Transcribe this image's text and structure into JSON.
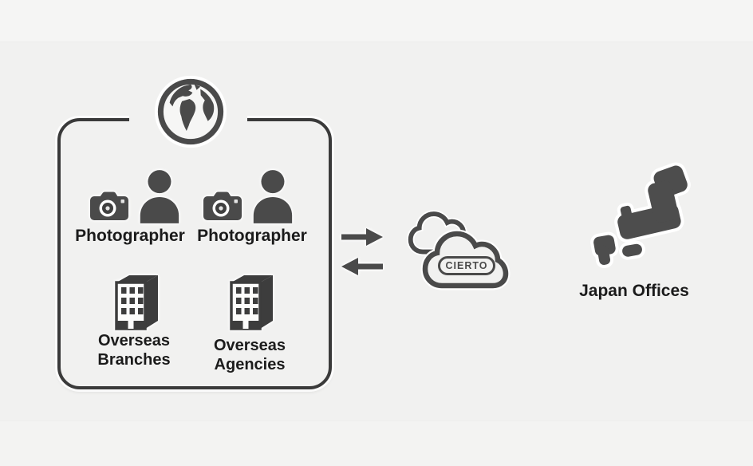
{
  "colors": {
    "canvas_bg": "#f1f1f0",
    "band_top": "#f5f5f4",
    "band_bottom": "#f3f3f2",
    "icon_gray": "#4a4a4a",
    "outline_dark": "#3a3a3a",
    "building_dark": "#3d3d3d",
    "label_text": "#1b1b1b",
    "halo_white": "#ffffff"
  },
  "overseas_box": {
    "photographers": [
      {
        "label": "Photographer"
      },
      {
        "label": "Photographer"
      }
    ],
    "organizations": [
      {
        "label": "Overseas\nBranches"
      },
      {
        "label": "Overseas\nAgencies"
      }
    ]
  },
  "cloud": {
    "label": "CIERTO"
  },
  "japan": {
    "label": "Japan Offices"
  },
  "icons": [
    "globe-icon",
    "camera-icon",
    "person-icon",
    "building-icon",
    "arrow-right-icon",
    "arrow-left-icon",
    "cloud-icon",
    "japan-map-icon"
  ]
}
